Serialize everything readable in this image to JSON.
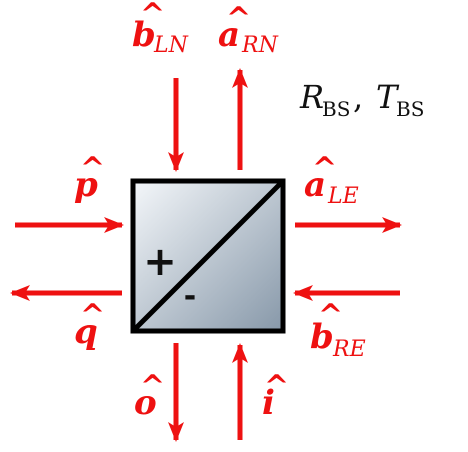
{
  "colors": {
    "arrow": "#ee1111",
    "label": "#ee1111",
    "box_stroke": "#000000",
    "box_fill_light": "#f3f6f9",
    "box_fill_dark": "#8a9dae",
    "text_dark": "#111111"
  },
  "title": {
    "r_symbol": "R",
    "r_subscript": "BS",
    "separator": ",",
    "t_symbol": "T",
    "t_subscript": "BS"
  },
  "ports": {
    "b_LN": {
      "base": "b",
      "hat": "^",
      "subscript": "LN",
      "direction": "in"
    },
    "a_RN": {
      "base": "a",
      "hat": "^",
      "subscript": "RN",
      "direction": "out"
    },
    "p": {
      "base": "p",
      "hat": "^",
      "subscript": "",
      "direction": "in"
    },
    "a_LE": {
      "base": "a",
      "hat": "^",
      "subscript": "LE",
      "direction": "out"
    },
    "q": {
      "base": "q",
      "hat": "^",
      "subscript": "",
      "direction": "out"
    },
    "b_RE": {
      "base": "b",
      "hat": "^",
      "subscript": "RE",
      "direction": "in"
    },
    "o": {
      "base": "o",
      "hat": "^",
      "subscript": "",
      "direction": "out"
    },
    "i": {
      "base": "i",
      "hat": "^",
      "subscript": "",
      "direction": "in"
    }
  },
  "beamsplitter": {
    "plus_sign": "+",
    "minus_sign": "-"
  }
}
